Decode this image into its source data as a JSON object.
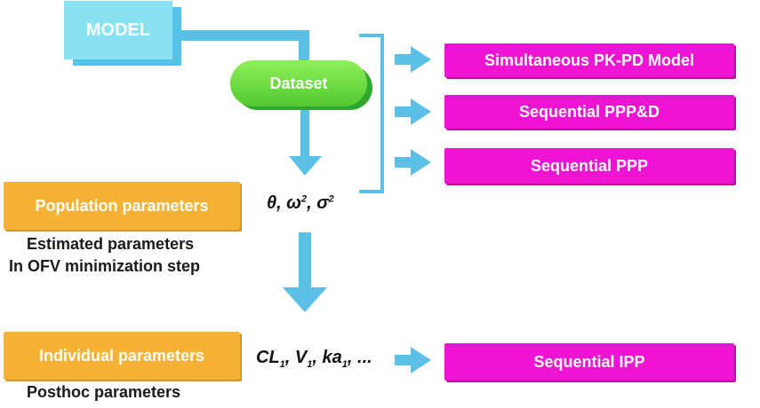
{
  "model": {
    "label": "MODEL"
  },
  "dataset": {
    "label": "Dataset"
  },
  "outputs": [
    {
      "label": "Simultaneous PK-PD Model"
    },
    {
      "label": "Sequential PPP&D"
    },
    {
      "label": "Sequential PPP"
    },
    {
      "label": "Sequential IPP"
    }
  ],
  "population": {
    "label": "Population parameters",
    "caption_line1": "Estimated parameters",
    "caption_line2": "In OFV minimization step",
    "symbols": {
      "theta": "θ, ",
      "omega": "ω",
      "omega_sup": "2",
      "sep": ", ",
      "sigma": "σ",
      "sigma_sup": "2"
    }
  },
  "individual": {
    "label": "Individual parameters",
    "caption": "Posthoc parameters",
    "symbols": {
      "cl": "CL",
      "cl_sub": "1",
      "sep1": ", ",
      "v": "V",
      "v_sub": "1",
      "sep2": ", ",
      "ka": "ka",
      "ka_sub": "1",
      "sep3": ", ",
      "more": "..."
    }
  },
  "colors": {
    "model_box": "#89e2f2",
    "dataset_pill": "#6ddc40",
    "output_box": "#ee14d2",
    "parameter_box": "#f5b235",
    "connector": "#5bbfe6"
  }
}
